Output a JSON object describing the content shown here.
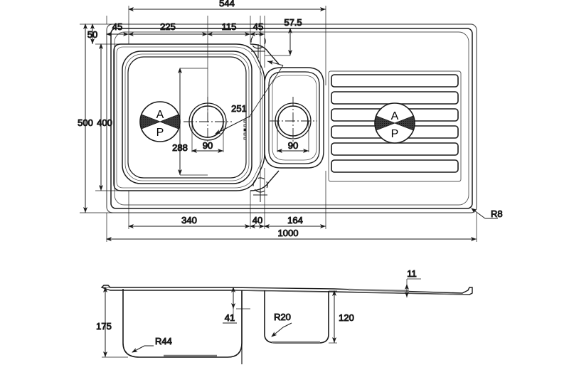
{
  "drawing": {
    "type": "engineering-drawing",
    "subject": "1.5 bowl inset kitchen sink with drainer",
    "units": "mm",
    "views": [
      {
        "name": "plan-view",
        "label": ""
      },
      {
        "name": "section-view",
        "label": ""
      }
    ]
  },
  "plan": {
    "dimensions": {
      "overall_width": "1000",
      "overall_depth": "500",
      "inner_depth": "400",
      "top_span_544": "544",
      "edge_left_45": "45",
      "bowl1_width_225": "225",
      "gap_115": "115",
      "edge_45b": "45",
      "tap_offset_57_5": "57.5",
      "top_inset_50": "50",
      "bowl1_height_288": "288",
      "waste_dia_left": "90",
      "waste_dia_right": "90",
      "overflow_251": "251",
      "bowl1_bottom_340": "340",
      "divider_40": "40",
      "bowl2_164": "164",
      "corner_radius_r8": "R8"
    },
    "logos": [
      {
        "name": "logo-bowl",
        "top": "A",
        "bottom": "P"
      },
      {
        "name": "logo-drainer",
        "top": "A",
        "bottom": "P"
      }
    ],
    "drainer_groove_count": 6
  },
  "section": {
    "dimensions": {
      "bowl1_depth_175": "175",
      "bowl1_radius_r44": "R44",
      "rim_to_divider_41": "41",
      "bowl2_radius_r20": "R20",
      "bowl2_depth_120": "120",
      "rim_thickness_11": "11"
    }
  },
  "colors": {
    "line": "#1a1a1a",
    "dimline": "#222222",
    "hatch": "#3a3a3a",
    "background": "#ffffff",
    "thin": "#555555"
  }
}
